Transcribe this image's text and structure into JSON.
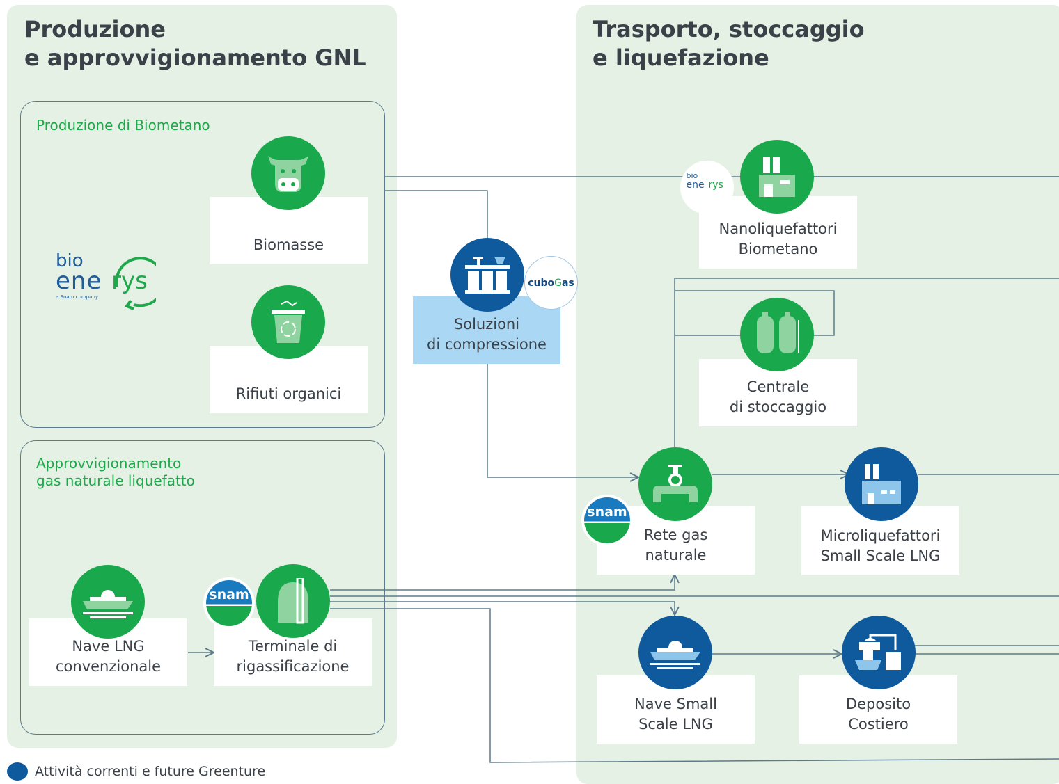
{
  "sections": {
    "left_title": "Produzione\ne approvvigionamento GNL",
    "right_title": "Trasporto, stoccaggio\ne liquefazione"
  },
  "groups": {
    "biomethane": "Produzione di Biometano",
    "lng_supply": "Approvvigionamento\ngas naturale liquefatto"
  },
  "nodes": {
    "biomasse": "Biomasse",
    "rifiuti": "Rifiuti organici",
    "compressione": "Soluzioni\ndi compressione",
    "nanoliq": "Nanoliquefattori\nBiometano",
    "centrale": "Centrale\ndi stoccaggio",
    "rete": "Rete gas\nnaturale",
    "microliq": "Microliquefattori\nSmall Scale LNG",
    "nave_conv": "Nave LNG\nconvenzionale",
    "terminale": "Terminale di\nrigassificazione",
    "nave_ss": "Nave Small\nScale LNG",
    "deposito": "Deposito\nCostiero"
  },
  "logos": {
    "bioenerys_top": "bio",
    "bioenerys_bottom": "ene",
    "bioenerys_ring": "rys",
    "bioenerys_tag": "a Snam company",
    "cubogas_a": "cubo",
    "cubogas_b": "G",
    "cubogas_c": "as",
    "snam": "snam"
  },
  "legend": {
    "label": "Attività correnti e future Greenture",
    "color": "#0e5a9c"
  },
  "colors": {
    "green": "#1aa84c",
    "dark_blue": "#0e5a9c",
    "light_blue": "#aad7f3",
    "panel": "#e4f1e4",
    "title_green": "#1fa84b"
  }
}
